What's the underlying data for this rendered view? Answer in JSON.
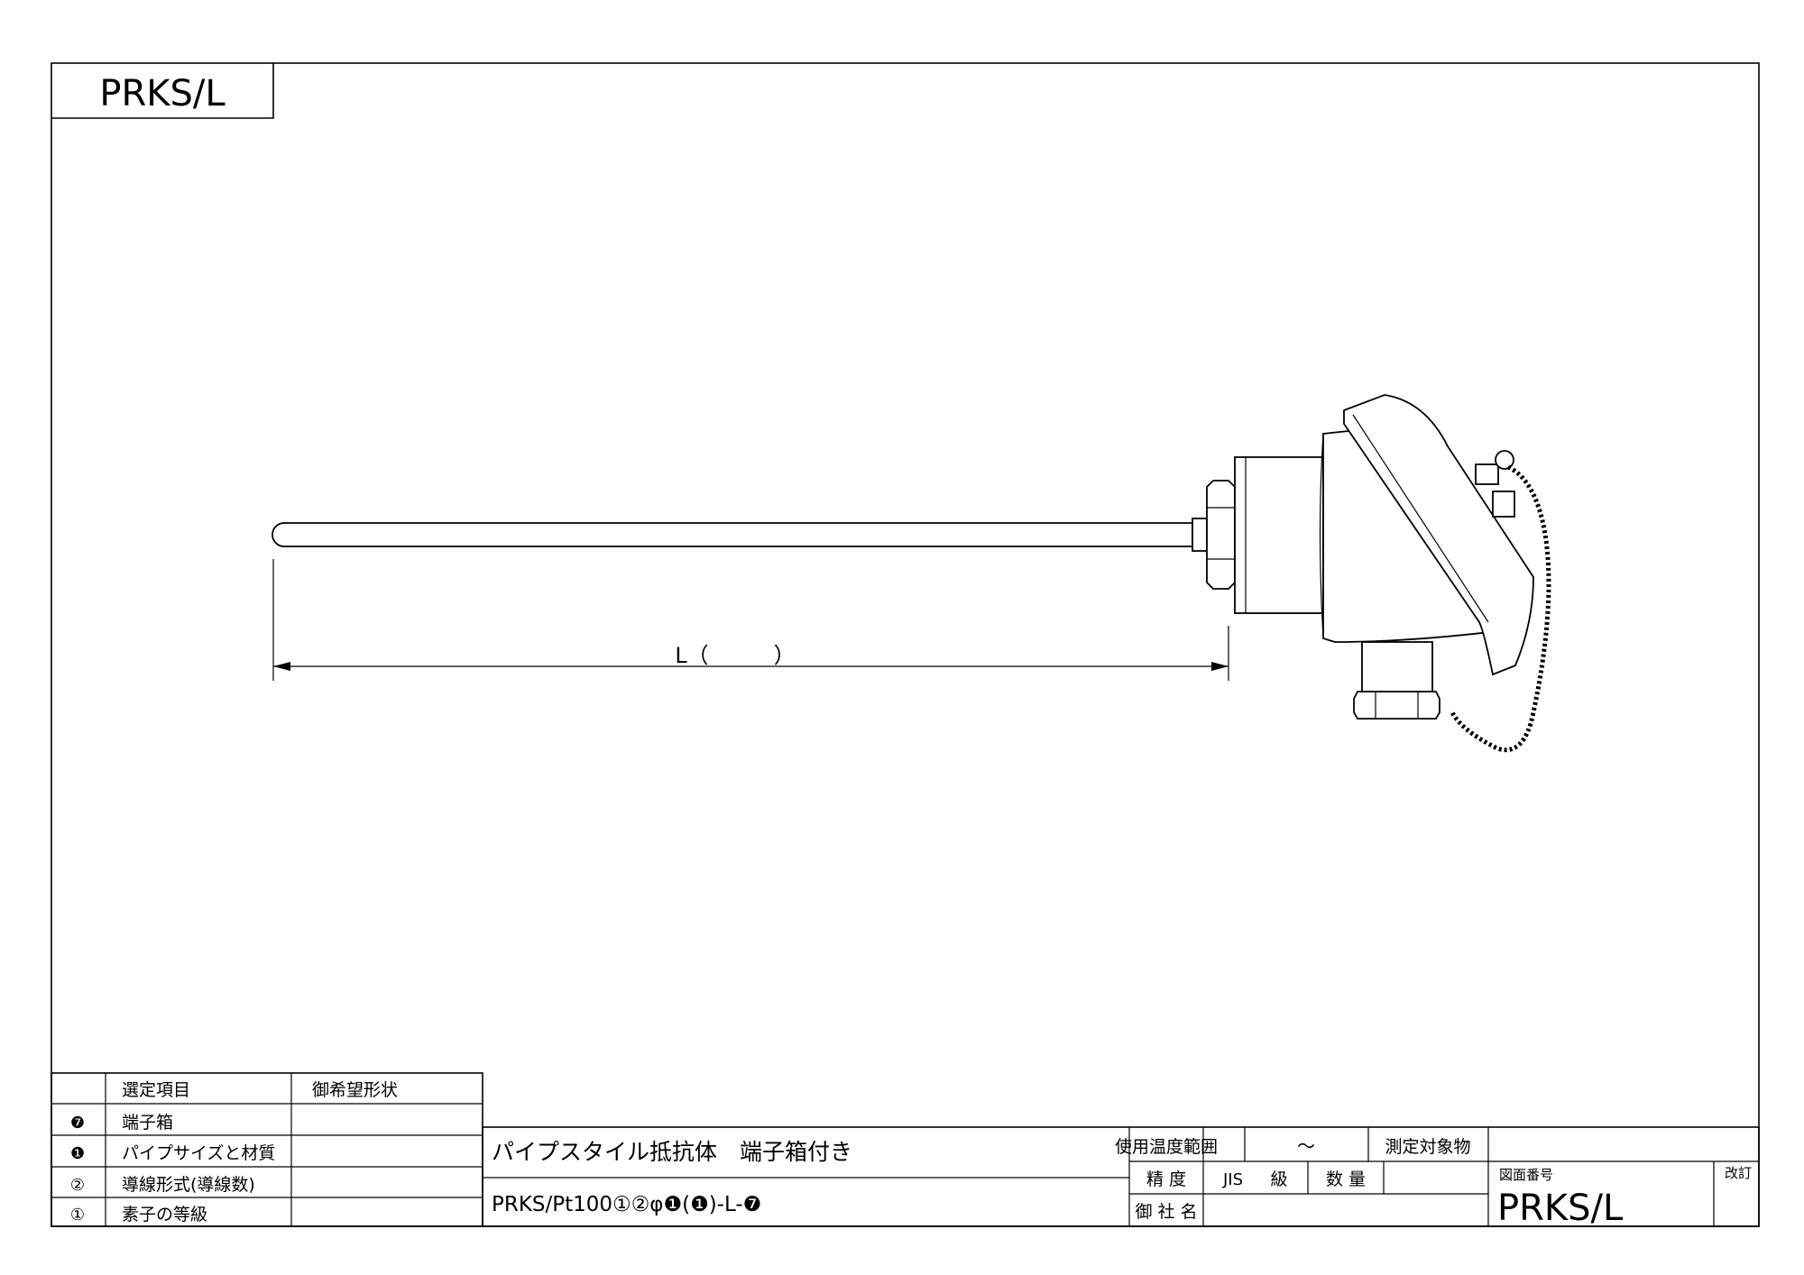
{
  "corner_code": "PRKS/L",
  "dimension": {
    "label": "L（　　　）"
  },
  "selection_table": {
    "headers": [
      "選定項目",
      "御希望形状"
    ],
    "rows": [
      {
        "mark": "❼",
        "item": "端子箱",
        "value": ""
      },
      {
        "mark": "❶",
        "item": "パイプサイズと材質",
        "value": ""
      },
      {
        "mark": "②",
        "item": "導線形式(導線数)",
        "value": ""
      },
      {
        "mark": "①",
        "item": "素子の等級",
        "value": ""
      }
    ]
  },
  "title_block": {
    "product_name": "パイプスタイル抵抗体　端子箱付き",
    "model_code": "PRKS/Pt100①②φ❶(❶)-L-❼",
    "temp_range_label": "使用温度範囲",
    "temp_range_value": "～",
    "target_label": "測定対象物",
    "precision_label": "精 度",
    "precision_jis": "JIS",
    "precision_class": "級",
    "quantity_label": "数 量",
    "customer_label": "御 社 名",
    "drawing_no_label": "図面番号",
    "drawing_no": "PRKS/L",
    "revision_label": "改訂"
  }
}
